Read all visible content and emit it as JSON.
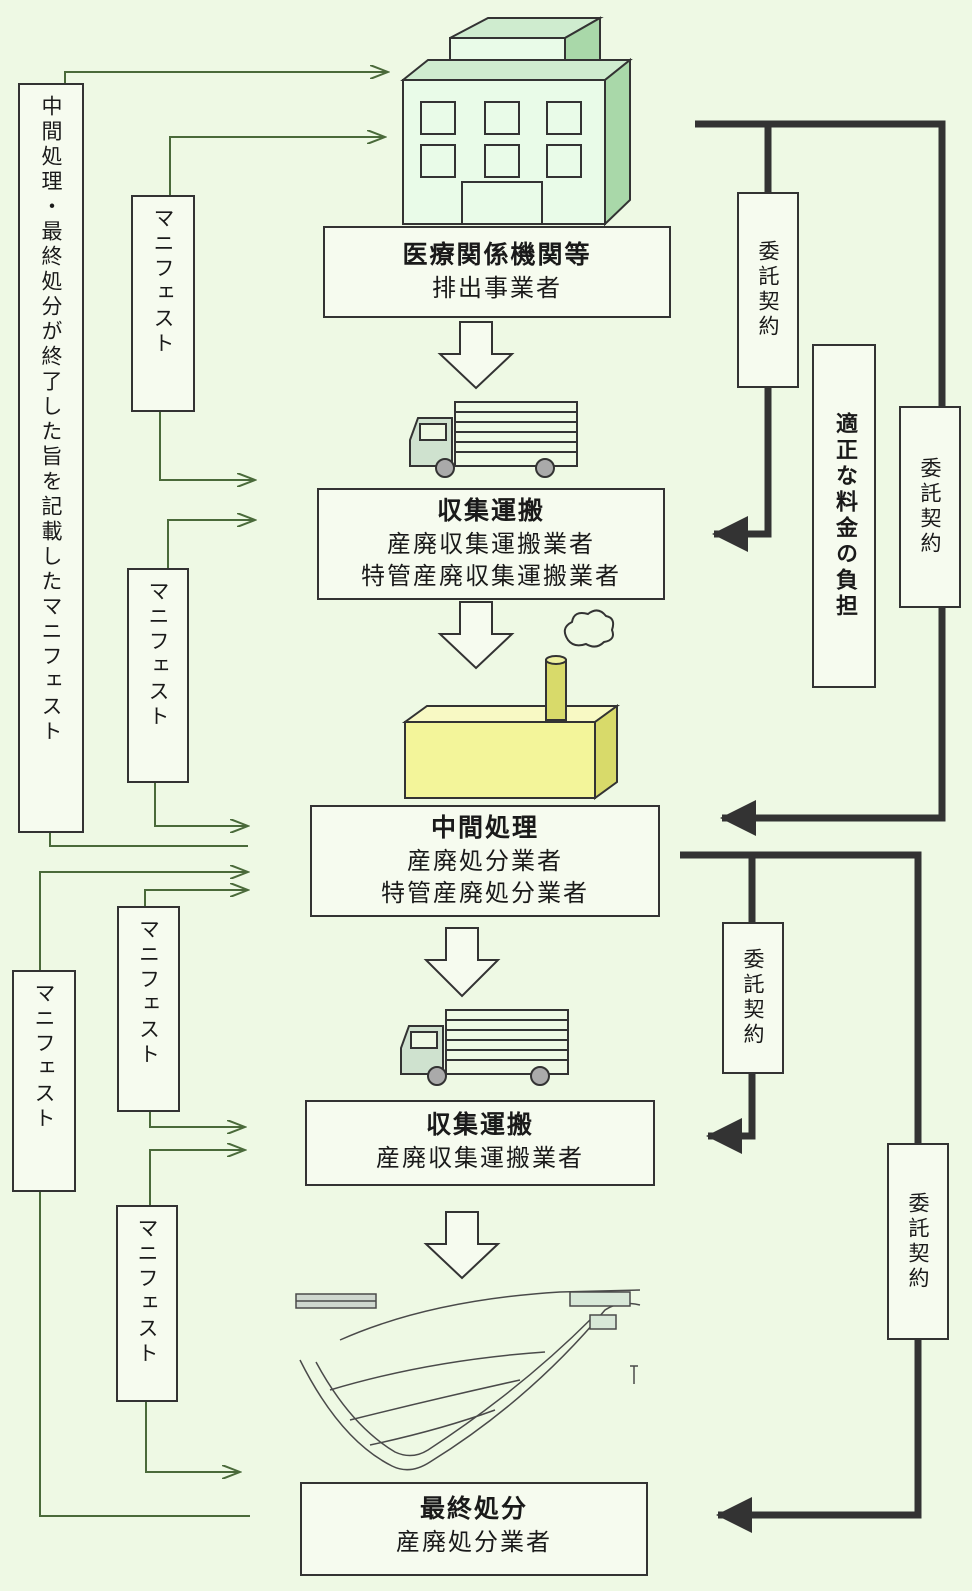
{
  "nodes": {
    "emitter": {
      "title": "医療関係機関等",
      "subtitle": "排出事業者"
    },
    "transport1": {
      "title": "収集運搬",
      "line1": "産廃収集運搬業者",
      "line2": "特管産廃収集運搬業者"
    },
    "intermediate": {
      "title": "中間処理",
      "line1": "産廃処分業者",
      "line2": "特管産廃処分業者"
    },
    "transport2": {
      "title": "収集運搬",
      "line1": "産廃収集運搬業者"
    },
    "final": {
      "title": "最終処分",
      "line1": "産廃処分業者"
    }
  },
  "labels": {
    "return_manifest": "中間処理・最終処分が終了した旨を記載したマニフェスト",
    "manifest": "マニフェスト",
    "contract": "委託契約",
    "fee": "適正な料金の負担"
  },
  "colors": {
    "background": "#eef9e4",
    "thin_arrow": "#4a6a3a",
    "thick_arrow": "#333333",
    "building": "#e9fbe8",
    "plant": "#f3f59a"
  }
}
